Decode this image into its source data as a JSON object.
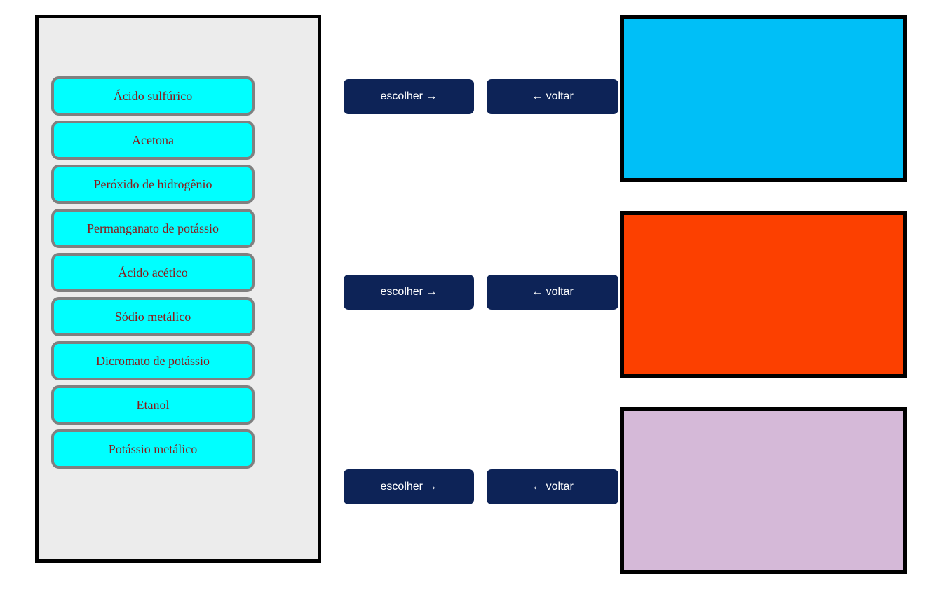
{
  "reagent_panel": {
    "background_color": "#ECECEC",
    "border_color": "#000000",
    "item_fill_color": "#00FFFF",
    "item_border_color": "#808080",
    "item_text_color": "#8B1A1A",
    "items": [
      {
        "label": "Ácido sulfúrico"
      },
      {
        "label": "Acetona"
      },
      {
        "label": "Peróxido de hidrogênio"
      },
      {
        "label": "Permanganato de potássio"
      },
      {
        "label": "Ácido acético"
      },
      {
        "label": "Sódio metálico"
      },
      {
        "label": "Dicromato de potássio"
      },
      {
        "label": "Etanol"
      },
      {
        "label": "Potássio metálico"
      }
    ]
  },
  "actions": {
    "button_bg_color": "#0D2357",
    "button_text_color": "#FFFFFF",
    "rows": [
      {
        "choose_label": "escolher →",
        "back_label": "← voltar"
      },
      {
        "choose_label": "escolher →",
        "back_label": "← voltar"
      },
      {
        "choose_label": "escolher →",
        "back_label": "← voltar"
      }
    ]
  },
  "results": {
    "border_color": "#000000",
    "panels": [
      {
        "color": "#00BFF7"
      },
      {
        "color": "#FC4000"
      },
      {
        "color": "#D5B9D8"
      }
    ]
  }
}
